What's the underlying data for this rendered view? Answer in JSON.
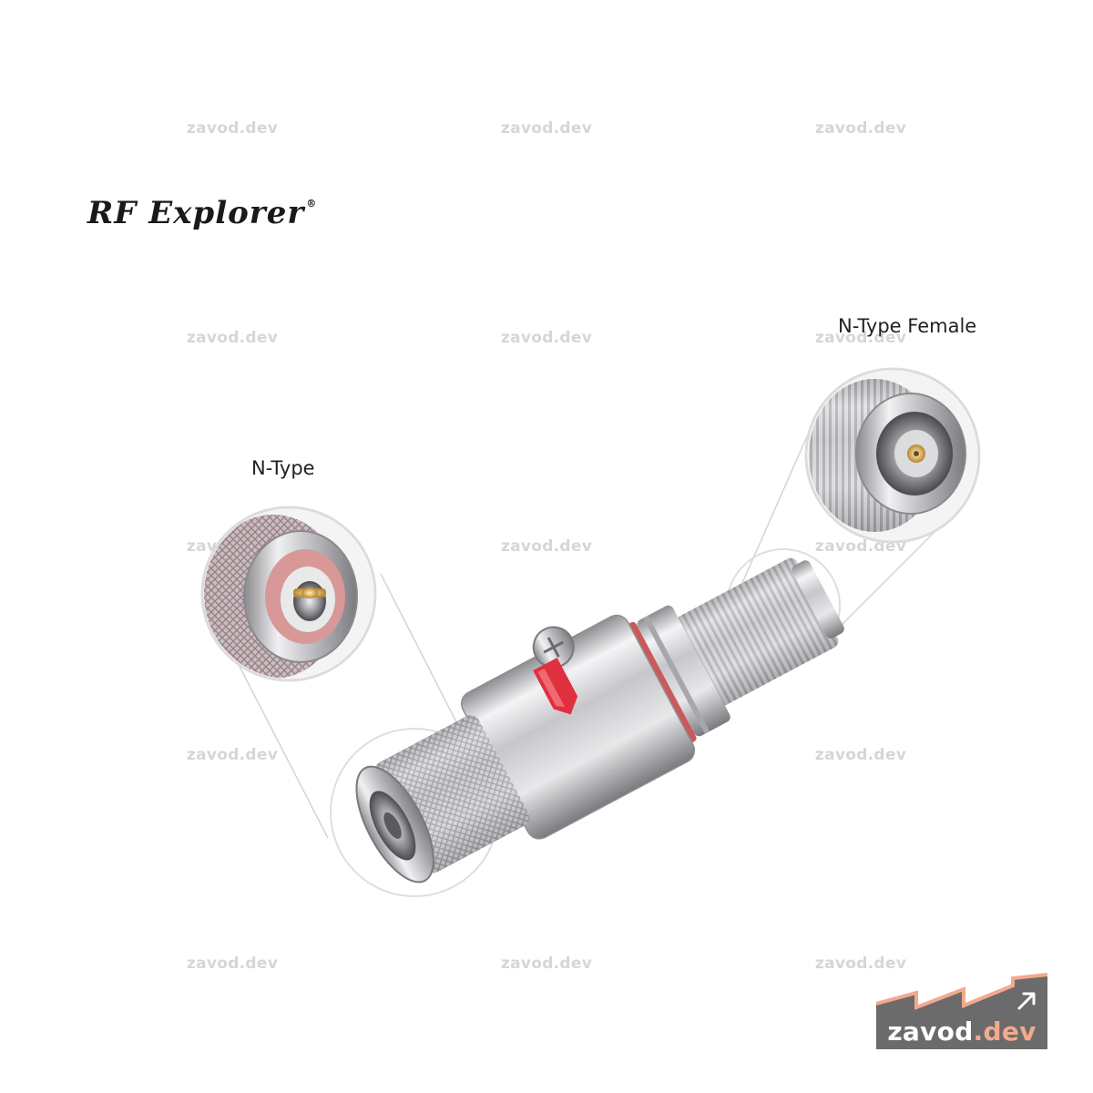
{
  "watermark": "zavod.dev",
  "logo": {
    "text": "RF Explorer",
    "mark": "®"
  },
  "callouts": {
    "left_label": "N-Type",
    "right_label": "N-Type Female"
  },
  "badge": {
    "name": "zavod",
    "tld": ".dev",
    "icon": "arrow-up-right-icon"
  },
  "colors": {
    "background": "#ffffff",
    "watermark": "#d6d6d6",
    "badge_bg": "#6b6b6b",
    "badge_accent": "#f3a98e",
    "cap_red": "#e0303e",
    "metal": "#c9c9cc"
  }
}
